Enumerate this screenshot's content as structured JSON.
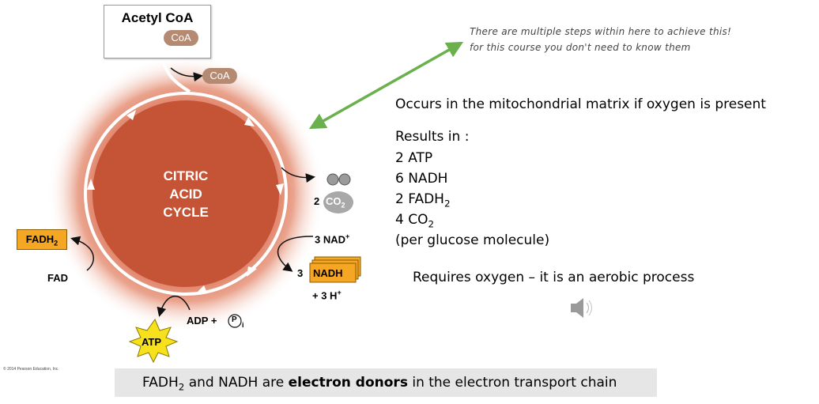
{
  "diagram": {
    "acetyl_coa_title": "Acetyl CoA",
    "coa_label": "CoA",
    "coa_released_label": "CoA",
    "cycle_label_line1": "CITRIC",
    "cycle_label_line2": "ACID",
    "cycle_label_line3": "CYCLE",
    "co2_coefficient": "2",
    "co2_label": "CO",
    "co2_subscript": "2",
    "nad_label": "3 NAD",
    "nad_superscript": "+",
    "nadh_coefficient": "3",
    "nadh_label": "NADH",
    "h_label": "+ 3 H",
    "h_superscript": "+",
    "fadh2_label": "FADH",
    "fadh2_subscript": "2",
    "fad_label": "FAD",
    "adp_label": "ADP + ",
    "pi_label": "P",
    "pi_subscript": "i",
    "atp_label": "ATP",
    "copyright": "© 2014 Pearson Education, Inc.",
    "colors": {
      "cycle_center": "#c85a3e",
      "cycle_glow": "#f4c8b8",
      "coa_pill": "#b58a72",
      "fadh2_box": "#f5a623",
      "nadh_box": "#f5a623",
      "atp_star": "#f7e11c",
      "green_arrow": "#6ab04c"
    }
  },
  "note": {
    "line1": "There are multiple steps within here to achieve this!",
    "line2": "for this course you don't need to know them"
  },
  "info": {
    "location": "Occurs in the mitochondrial matrix if oxygen is present",
    "results_heading": "Results in :",
    "atp": "2 ATP",
    "nadh": "6 NADH",
    "fadh2": "2 FADH",
    "fadh2_sub": "2",
    "co2": "4 CO",
    "co2_sub": "2",
    "per_glucose": "(per glucose molecule)",
    "requires_oxygen": "Requires oxygen – it is an aerobic process"
  },
  "footer": {
    "fadh_prefix": "FADH",
    "fadh_sub": "2",
    "middle": " and NADH are ",
    "bold": "electron donors",
    "suffix": " in the electron transport chain"
  },
  "speaker_icon": "speaker-icon"
}
